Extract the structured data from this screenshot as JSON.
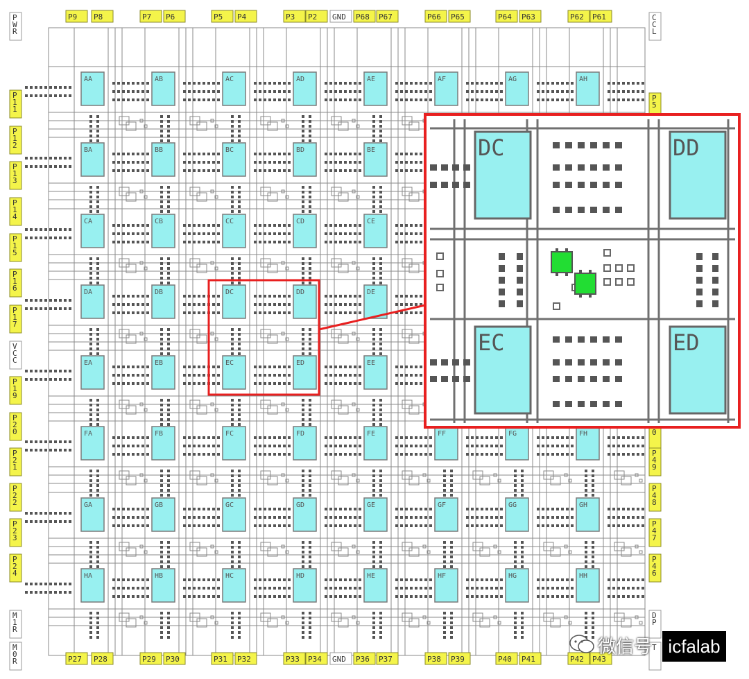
{
  "pads_top": [
    "P9",
    "P8",
    "P7",
    "P6",
    "P5",
    "P4",
    "P3",
    "P2",
    "GND",
    "P68",
    "P67",
    "P66",
    "P65",
    "P64",
    "P63",
    "P62",
    "P61"
  ],
  "pads_bottom": [
    "P27",
    "P28",
    "P29",
    "P30",
    "P31",
    "P32",
    "P33",
    "P34",
    "GND",
    "P36",
    "P37",
    "P38",
    "P39",
    "P40",
    "P41",
    "P42",
    "P43"
  ],
  "pads_left": [
    "PWR",
    "P11",
    "P12",
    "P13",
    "P14",
    "P15",
    "P16",
    "P17",
    "VCC",
    "P19",
    "P20",
    "P21",
    "P22",
    "P23",
    "P24",
    "M1R",
    "M0R"
  ],
  "pads_right": [
    "CCL",
    "P5",
    "0",
    "P49",
    "P48",
    "P47",
    "P46",
    "DP",
    "T"
  ],
  "clb_rows": [
    "A",
    "B",
    "C",
    "D",
    "E",
    "F",
    "G",
    "H"
  ],
  "clb_cols": [
    "A",
    "B",
    "C",
    "D",
    "E",
    "F",
    "G",
    "H"
  ],
  "zoom_labels": {
    "tl": "DC",
    "tr": "DD",
    "bl": "EC",
    "br": "ED"
  },
  "watermark": {
    "text": "微信号",
    "badge": "icfalab"
  },
  "colors": {
    "clb": "#98f0f0",
    "pad": "#f4f44a",
    "highlight": "#e82020",
    "active": "#22dd33",
    "wire": "#707070"
  }
}
